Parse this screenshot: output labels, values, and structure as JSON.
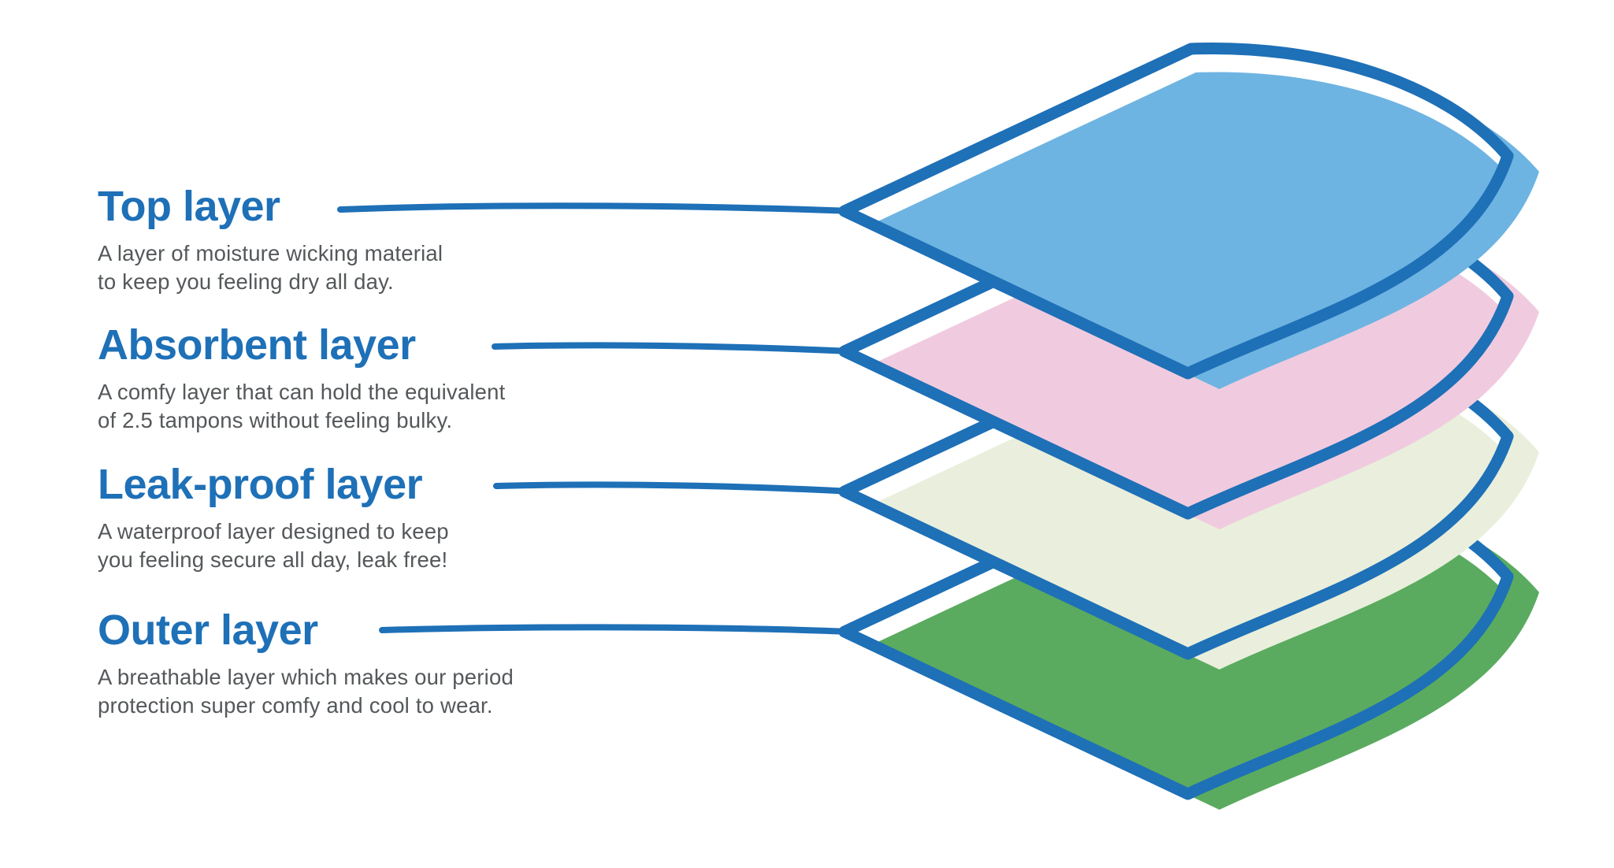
{
  "colors": {
    "accent_blue": "#1e70b7",
    "body_text": "#54585a",
    "background": "#ffffff",
    "sheet_base": "#ffffff"
  },
  "sections": [
    {
      "title": "Top layer",
      "lines": [
        "A layer of moisture wicking material",
        "to keep you feeling dry all day."
      ],
      "layer_color": "#6eb4e2"
    },
    {
      "title": "Absorbent layer",
      "lines": [
        "A comfy layer that can hold the equivalent",
        "of 2.5 tampons without feeling bulky."
      ],
      "layer_color": "#f0cbdf"
    },
    {
      "title": "Leak-proof layer",
      "lines": [
        "A waterproof layer designed to keep",
        "you feeling secure all day, leak free!"
      ],
      "layer_color": "#e9efdc"
    },
    {
      "title": "Outer layer",
      "lines": [
        "A breathable layer which makes our period",
        "protection super comfy and cool to wear."
      ],
      "layer_color": "#5aab5f"
    }
  ]
}
